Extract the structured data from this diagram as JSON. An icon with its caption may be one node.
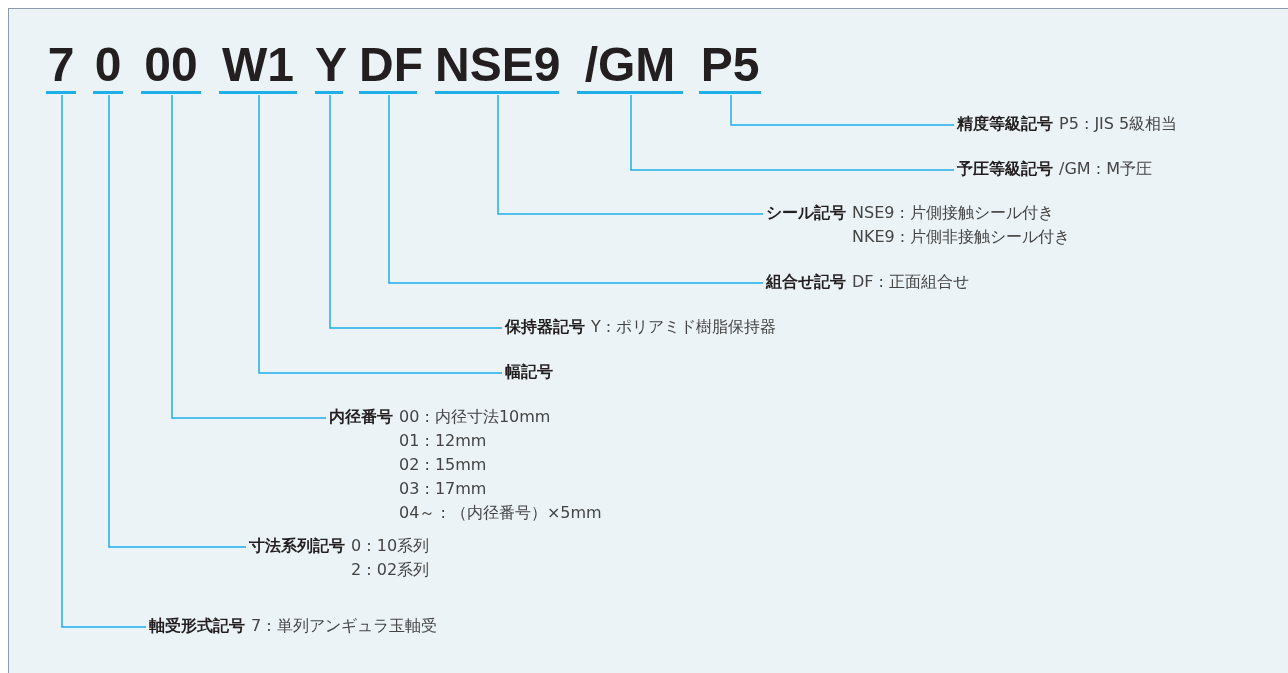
{
  "diagram": {
    "nodes": [
      {
        "text": [
          "7"
        ]
      },
      {
        "text": [
          "0"
        ]
      },
      {
        "text": [
          "00"
        ]
      },
      {
        "text": [
          "W1"
        ]
      },
      {
        "text": [
          "Y"
        ]
      },
      {
        "text": [
          "DF"
        ]
      },
      {
        "text": [
          "NSE9"
        ]
      },
      {
        "text": [
          "/GM"
        ]
      },
      {
        "text": [
          "P5"
        ]
      },
      {
        "text": [
          "精度等級記号",
          "P5 : JIS 5級相当"
        ]
      },
      {
        "text": [
          "予圧等級記号",
          "/GM : M予圧"
        ]
      },
      {
        "text": [
          "シール記号",
          "NSE9 : 片側接触シール付き",
          "NKE9 : 片側非接触シール付き"
        ]
      },
      {
        "text": [
          "組合せ記号",
          "DF : 正面組合せ"
        ]
      },
      {
        "text": [
          "保持器記号",
          "Y : ポリアミド樹脂保持器"
        ]
      },
      {
        "text": [
          "幅記号"
        ]
      },
      {
        "text": [
          "内径番号",
          "00 : 内径寸法10mm",
          "01 : 12mm",
          "02 : 15mm",
          "03 : 17mm",
          "04～ : （内径番号）×5mm"
        ]
      },
      {
        "text": [
          "寸法系列記号",
          "0 : 10系列",
          "2 : 02系列"
        ]
      },
      {
        "text": [
          "軸受形式記号",
          "7 : 単列アンギュラ玉軸受"
        ]
      }
    ],
    "edges": [
      {
        "from": 8,
        "to": 9,
        "arrow": "none"
      },
      {
        "from": 7,
        "to": 10,
        "arrow": "none"
      },
      {
        "from": 6,
        "to": 11,
        "arrow": "none"
      },
      {
        "from": 5,
        "to": 12,
        "arrow": "none"
      },
      {
        "from": 4,
        "to": 13,
        "arrow": "none"
      },
      {
        "from": 3,
        "to": 14,
        "arrow": "none"
      },
      {
        "from": 2,
        "to": 15,
        "arrow": "none"
      },
      {
        "from": 1,
        "to": 16,
        "arrow": "none"
      },
      {
        "from": 0,
        "to": 17,
        "arrow": "none"
      }
    ]
  }
}
